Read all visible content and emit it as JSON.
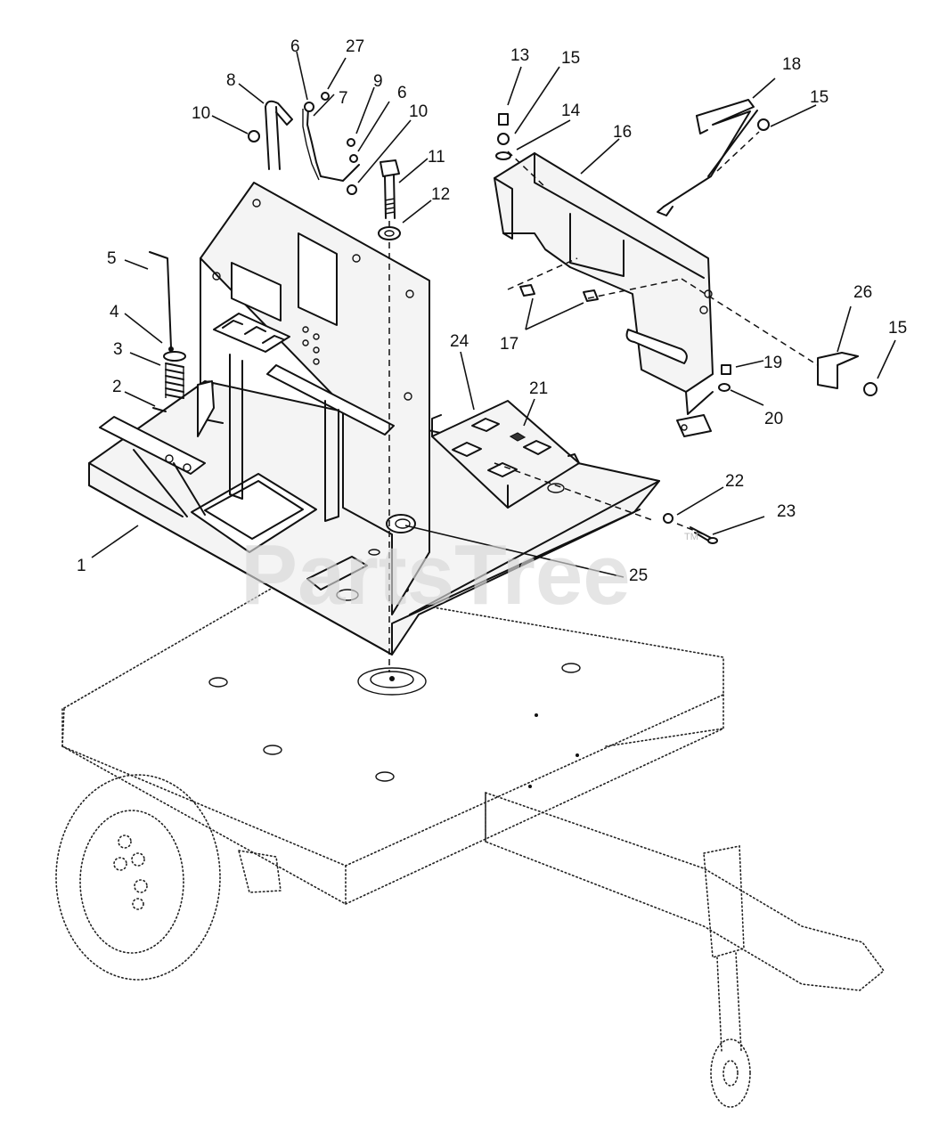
{
  "watermark": {
    "text": "PartsTree",
    "trademark": "TM"
  },
  "callouts": [
    {
      "id": "c1",
      "label": "1"
    },
    {
      "id": "c2",
      "label": "2"
    },
    {
      "id": "c3",
      "label": "3"
    },
    {
      "id": "c4",
      "label": "4"
    },
    {
      "id": "c5",
      "label": "5"
    },
    {
      "id": "c6a",
      "label": "6"
    },
    {
      "id": "c6b",
      "label": "6"
    },
    {
      "id": "c7",
      "label": "7"
    },
    {
      "id": "c8",
      "label": "8"
    },
    {
      "id": "c9",
      "label": "9"
    },
    {
      "id": "c10a",
      "label": "10"
    },
    {
      "id": "c10b",
      "label": "10"
    },
    {
      "id": "c11",
      "label": "11"
    },
    {
      "id": "c12",
      "label": "12"
    },
    {
      "id": "c13",
      "label": "13"
    },
    {
      "id": "c14",
      "label": "14"
    },
    {
      "id": "c15a",
      "label": "15"
    },
    {
      "id": "c15b",
      "label": "15"
    },
    {
      "id": "c15c",
      "label": "15"
    },
    {
      "id": "c16",
      "label": "16"
    },
    {
      "id": "c17",
      "label": "17"
    },
    {
      "id": "c18",
      "label": "18"
    },
    {
      "id": "c19",
      "label": "19"
    },
    {
      "id": "c20",
      "label": "20"
    },
    {
      "id": "c21",
      "label": "21"
    },
    {
      "id": "c22",
      "label": "22"
    },
    {
      "id": "c23",
      "label": "23"
    },
    {
      "id": "c24",
      "label": "24"
    },
    {
      "id": "c25",
      "label": "25"
    },
    {
      "id": "c26",
      "label": "26"
    },
    {
      "id": "c27",
      "label": "27"
    }
  ]
}
